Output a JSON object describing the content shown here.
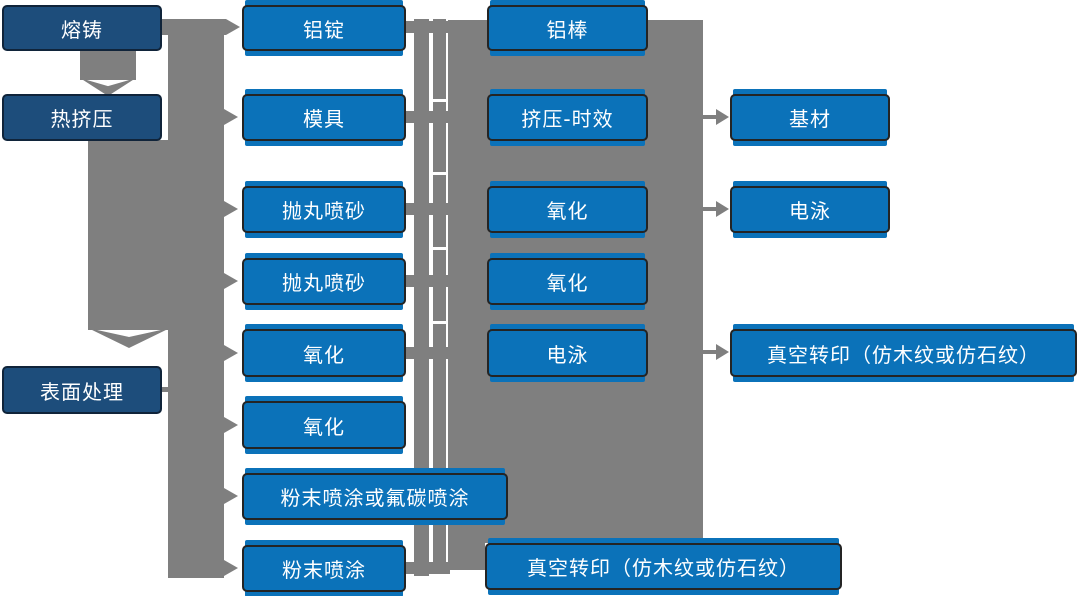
{
  "diagram_type": "flowchart",
  "language": "zh-CN",
  "colors": {
    "box_blue": "#0b72b9",
    "box_navy": "#1d4d7b",
    "connector_gray": "#7f7f7f",
    "border_dark": "#242424",
    "text": "#ffffff",
    "background": "#ffffff"
  },
  "nodes": {
    "melting_casting": {
      "label": "熔铸"
    },
    "hot_extrusion": {
      "label": "热挤压"
    },
    "surface_treatment": {
      "label": "表面处理"
    },
    "aluminum_ingot": {
      "label": "铝锭"
    },
    "mold": {
      "label": "模具"
    },
    "shot_blast_1": {
      "label": "抛丸喷砂"
    },
    "shot_blast_2": {
      "label": "抛丸喷砂"
    },
    "oxidation_1": {
      "label": "氧化"
    },
    "oxidation_2": {
      "label": "氧化"
    },
    "powder_or_fluorocarbon": {
      "label": "粉末喷涂或氟碳喷涂"
    },
    "powder_coating": {
      "label": "粉末喷涂"
    },
    "aluminum_rod": {
      "label": "铝棒"
    },
    "extrusion_aging": {
      "label": "挤压-时效"
    },
    "oxidation_3": {
      "label": "氧化"
    },
    "oxidation_4": {
      "label": "氧化"
    },
    "electrophoresis_1": {
      "label": "电泳"
    },
    "base_material": {
      "label": "基材"
    },
    "electrophoresis_2": {
      "label": "电泳"
    },
    "vacuum_transfer_1": {
      "label": "真空转印（仿木纹或仿石纹）"
    },
    "vacuum_transfer_2": {
      "label": "真空转印（仿木纹或仿石纹）"
    }
  },
  "edges": [
    {
      "from": "melting_casting",
      "to": "hot_extrusion"
    },
    {
      "from": "hot_extrusion",
      "to": "surface_treatment"
    },
    {
      "from": "extrusion_aging",
      "to": "base_material"
    },
    {
      "from": "oxidation_3",
      "to": "electrophoresis_2"
    },
    {
      "from": "electrophoresis_1",
      "to": "vacuum_transfer_1"
    }
  ],
  "bus_targets": [
    "aluminum_ingot",
    "mold",
    "shot_blast_1",
    "shot_blast_2",
    "oxidation_1",
    "oxidation_2",
    "powder_or_fluorocarbon",
    "powder_coating"
  ]
}
